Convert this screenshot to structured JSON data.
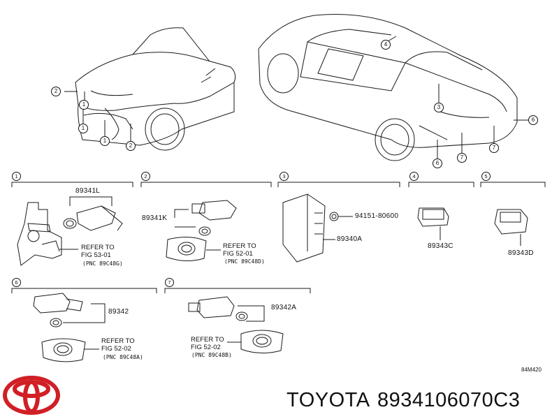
{
  "callouts_front": [
    "2",
    "1",
    "1",
    "1",
    "2"
  ],
  "callouts_rear": [
    "4",
    "3",
    "6",
    "7",
    "7",
    "6"
  ],
  "sections": [
    {
      "num": "1",
      "parts": [
        "89341L"
      ],
      "refer": [
        "REFER TO",
        "FIG 53-01",
        "(PNC 89C48G)"
      ]
    },
    {
      "num": "2",
      "parts": [
        "89341K"
      ],
      "refer": [
        "REFER TO",
        "FIG 52-01",
        "(PNC 89C48D)"
      ]
    },
    {
      "num": "3",
      "parts": [
        "94151-80600",
        "89340A"
      ]
    },
    {
      "num": "4",
      "parts": [
        "89343C"
      ]
    },
    {
      "num": "5",
      "parts": [
        "89343D"
      ]
    },
    {
      "num": "6",
      "parts": [
        "89342"
      ],
      "refer": [
        "REFER TO",
        "FIG 52-02",
        "(PNC 89C48A)"
      ]
    },
    {
      "num": "7",
      "parts": [
        "89342A"
      ],
      "refer": [
        "REFER TO",
        "FIG 52-02",
        "(PNC 89C48B)"
      ]
    }
  ],
  "diagram_code": "84M420",
  "brand": {
    "name": "TOYOTA",
    "part_number": "8934106070C3",
    "logo_color": "#d11f26"
  }
}
